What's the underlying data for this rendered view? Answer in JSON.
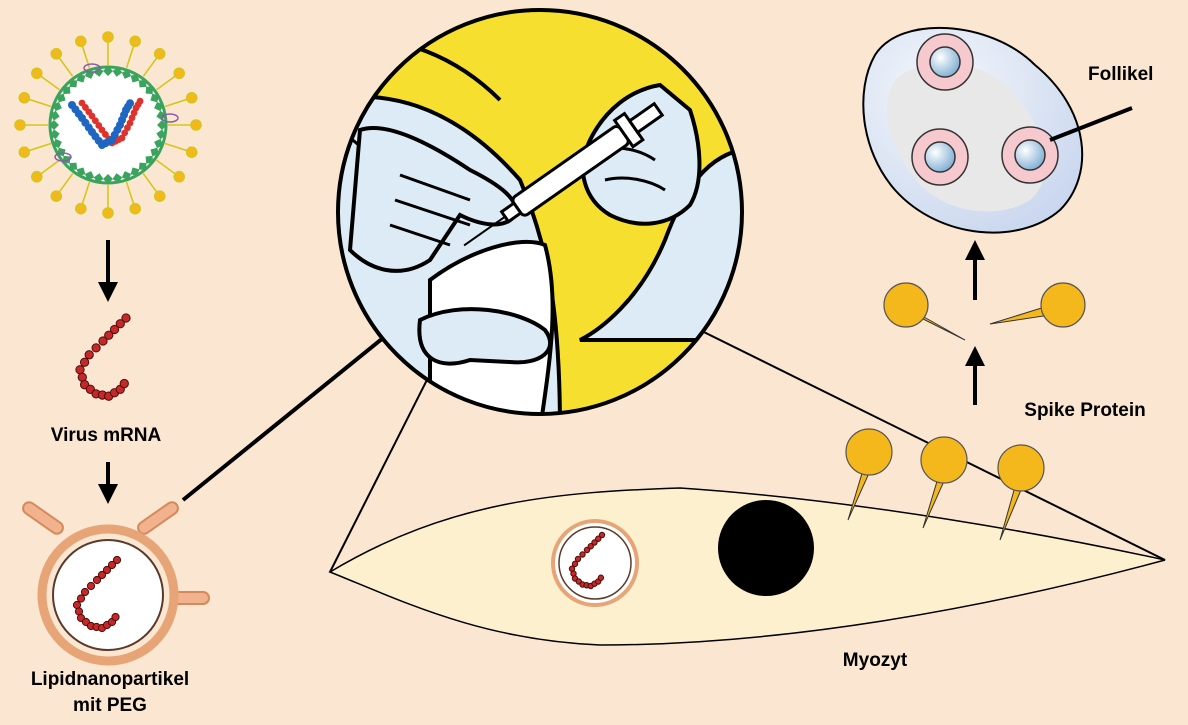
{
  "labels": {
    "virus_mrna": "Virus mRNA",
    "lnp_line1": "Lipidnanopartikel",
    "lnp_line2": "mit PEG",
    "myozyt": "Myozyt",
    "spike_protein": "Spike Protein",
    "follikel": "Follikel"
  },
  "colors": {
    "background": "#fbe6d2",
    "spike_yellow": "#f5b81c",
    "lnp_ring": "#e7a476",
    "rna_beads": "#c62828",
    "myocyte_fill": "#fdf0cf",
    "injection_bg": "#f6df2e",
    "glove": "#dcebf5",
    "follicle_pink": "#f6c9cf",
    "follicle_core": "#9fc4de"
  },
  "icons": [
    "virus-icon",
    "mrna-strand-icon",
    "lipid-nanoparticle-icon",
    "injection-icon",
    "myocyte-icon",
    "spike-protein-icon",
    "follicle-icon"
  ]
}
